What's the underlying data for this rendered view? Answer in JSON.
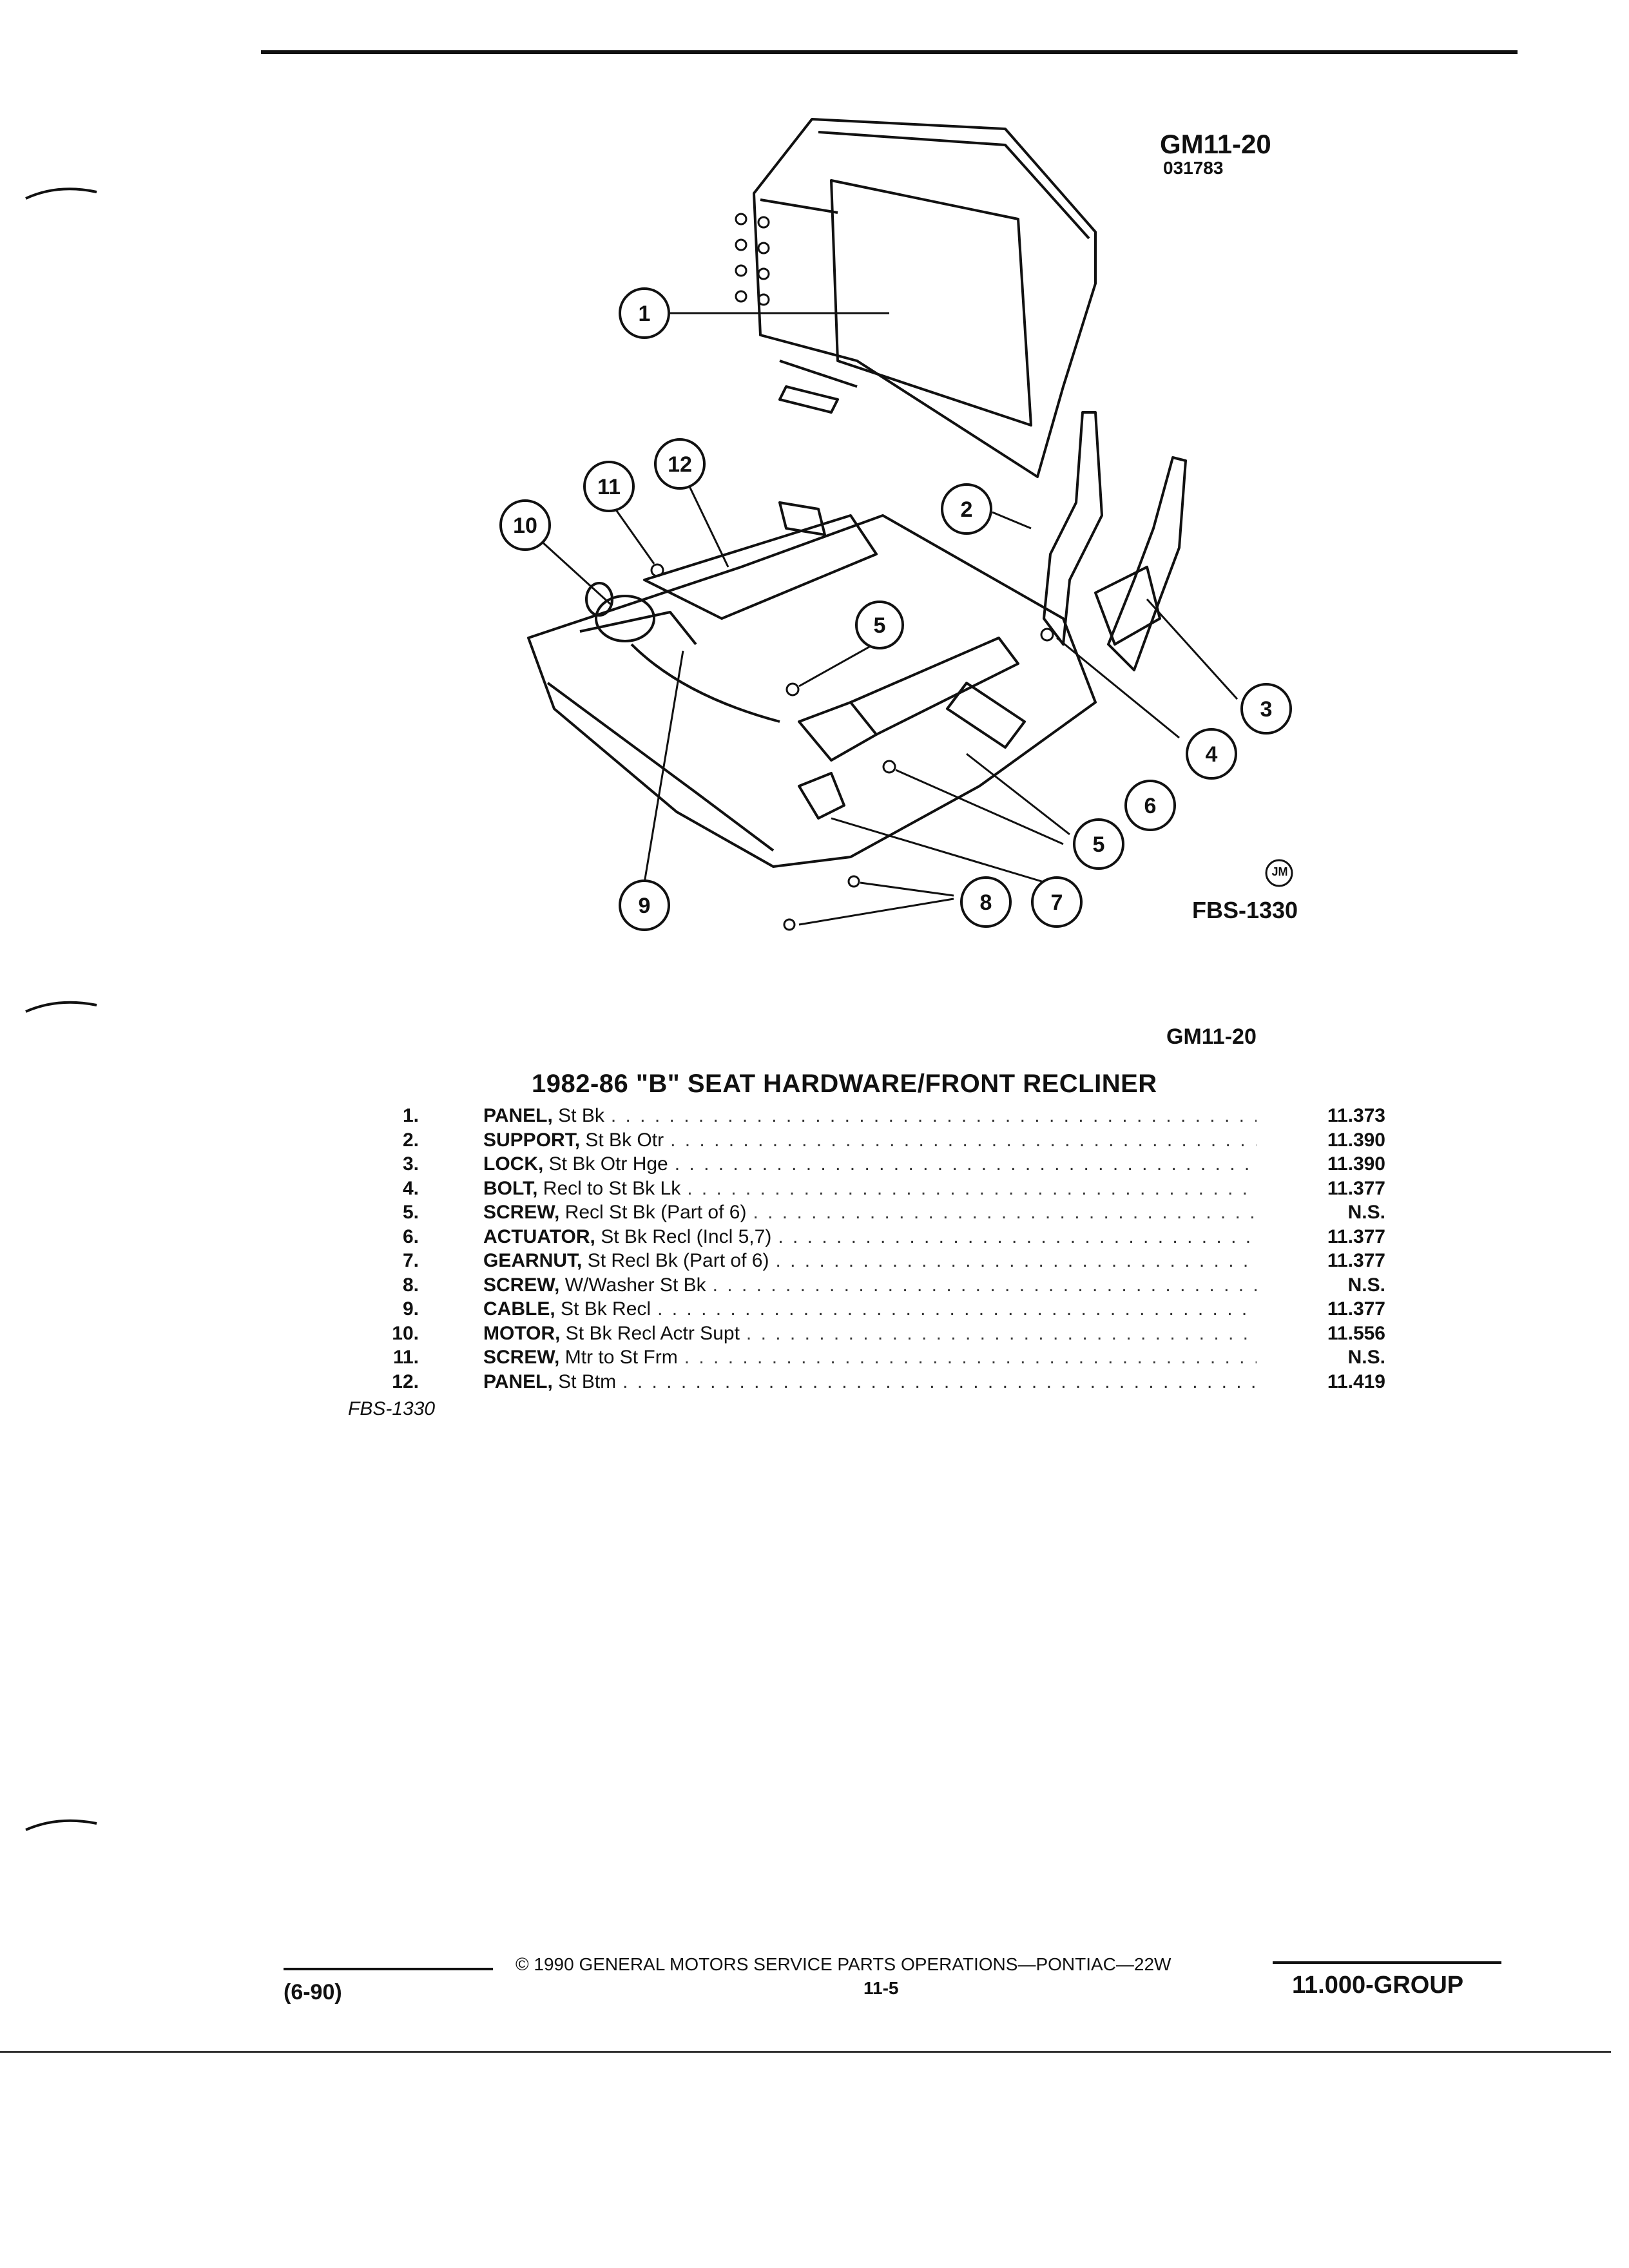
{
  "diagram": {
    "ref_code": "GM11-20",
    "ref_date": "031783",
    "illustration_id": "FBS-1330",
    "artist_mark": "JM",
    "callouts": [
      "1",
      "2",
      "3",
      "4",
      "5",
      "5",
      "6",
      "7",
      "8",
      "9",
      "10",
      "11",
      "12"
    ]
  },
  "section": {
    "ref_code": "GM11-20",
    "title": "1982-86 \"B\" SEAT HARDWARE/FRONT RECLINER"
  },
  "parts": [
    {
      "num": "1.",
      "name": "PANEL,",
      "detail": "St Bk",
      "ref": "11.373"
    },
    {
      "num": "2.",
      "name": "SUPPORT,",
      "detail": "St Bk Otr",
      "ref": "11.390"
    },
    {
      "num": "3.",
      "name": "LOCK,",
      "detail": "St Bk Otr Hge",
      "ref": "11.390"
    },
    {
      "num": "4.",
      "name": "BOLT,",
      "detail": "Recl to St Bk Lk",
      "ref": "11.377"
    },
    {
      "num": "5.",
      "name": "SCREW,",
      "detail": "Recl St Bk (Part of 6)",
      "ref": "N.S."
    },
    {
      "num": "6.",
      "name": "ACTUATOR,",
      "detail": "St Bk Recl (Incl 5,7)",
      "ref": "11.377"
    },
    {
      "num": "7.",
      "name": "GEARNUT,",
      "detail": "St Recl Bk (Part of 6)",
      "ref": "11.377"
    },
    {
      "num": "8.",
      "name": "SCREW,",
      "detail": "W/Washer St Bk",
      "ref": "N.S."
    },
    {
      "num": "9.",
      "name": "CABLE,",
      "detail": "St Bk Recl",
      "ref": "11.377"
    },
    {
      "num": "10.",
      "name": "MOTOR,",
      "detail": "St Bk Recl Actr Supt",
      "ref": "11.556"
    },
    {
      "num": "11.",
      "name": "SCREW,",
      "detail": "Mtr to St Frm",
      "ref": "N.S."
    },
    {
      "num": "12.",
      "name": "PANEL,",
      "detail": "St Btm",
      "ref": "11.419"
    }
  ],
  "parts_footnote": "FBS-1330",
  "footer": {
    "copyright": "© 1990 GENERAL MOTORS SERVICE PARTS OPERATIONS—PONTIAC—22W",
    "page": "11-5",
    "date": "(6-90)",
    "group": "11.000-GROUP"
  }
}
